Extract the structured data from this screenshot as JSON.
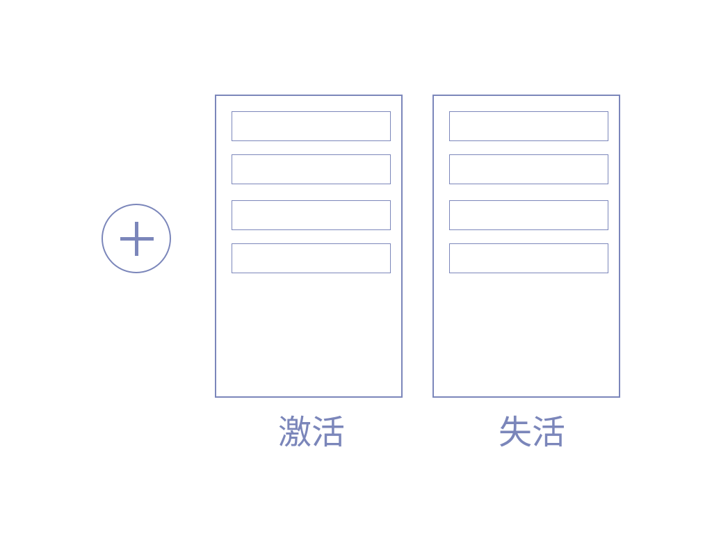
{
  "colors": {
    "accent": "#7b86ba",
    "background": "#ffffff"
  },
  "add_button": {
    "icon": "plus-icon"
  },
  "panels": [
    {
      "label": "激活",
      "slot_count": 4
    },
    {
      "label": "失活",
      "slot_count": 4
    }
  ]
}
